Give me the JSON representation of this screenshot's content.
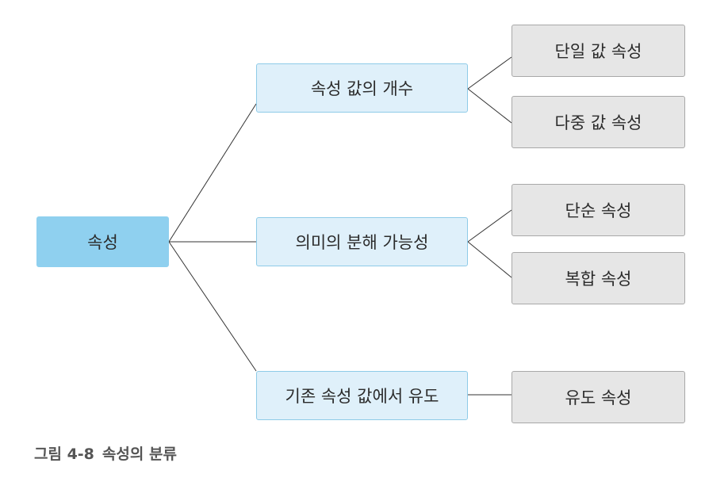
{
  "diagram": {
    "root": "속성",
    "categories": [
      {
        "label": "속성 값의 개수",
        "children": [
          "단일 값 속성",
          "다중 값 속성"
        ]
      },
      {
        "label": "의미의 분해 가능성",
        "children": [
          "단순 속성",
          "복합 속성"
        ]
      },
      {
        "label": "기존 속성 값에서 유도",
        "children": [
          "유도 속성"
        ]
      }
    ],
    "colors": {
      "root_fill": "#8fd0ef",
      "category_fill": "#dff0fa",
      "category_border": "#8ecbe8",
      "leaf_fill": "#e6e6e6",
      "leaf_border": "#a8a8a8",
      "connector": "#333333"
    }
  },
  "caption": {
    "number": "그림 4-8",
    "title": "속성의 분류"
  }
}
